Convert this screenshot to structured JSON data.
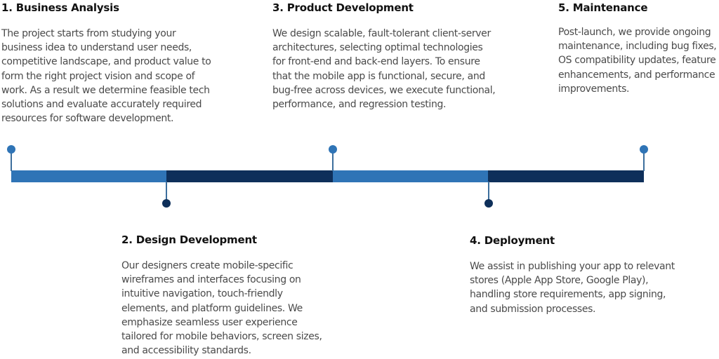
{
  "steps": [
    {
      "title": "1. Business Analysis",
      "text": "The project starts from studying your business idea to understand user needs, competitive landscape, and product value to form the right project vision and scope of work. As a result we determine feasible tech solutions and evaluate accurately required resources for software development."
    },
    {
      "title": "2. Design Development",
      "text": "Our designers create mobile-specific wireframes and interfaces focusing on intuitive navigation, touch-friendly elements, and platform guidelines. We emphasize seamless user experience tailored for mobile behaviors, screen sizes, and accessibility standards."
    },
    {
      "title": "3. Product Development",
      "text": "We design scalable, fault-tolerant client-server architectures, selecting optimal technologies for front-end and back-end layers. To ensure that the mobile app is functional, secure, and bug-free across devices, we execute functional, performance, and regression testing."
    },
    {
      "title": "4. Deployment",
      "text": "We assist in publishing your app to relevant stores (Apple App Store, Google Play), handling store requirements, app signing, and submission processes."
    },
    {
      "title": "5. Maintenance",
      "text": "Post-launch, we provide ongoing maintenance, including bug fixes, OS compatibility updates, feature enhancements, and performance improvements."
    }
  ],
  "colors": {
    "light_blue": "#2f74b6",
    "dark_navy": "#0e2f5a",
    "heading": "#111111",
    "body_text": "#4a4a4a"
  }
}
